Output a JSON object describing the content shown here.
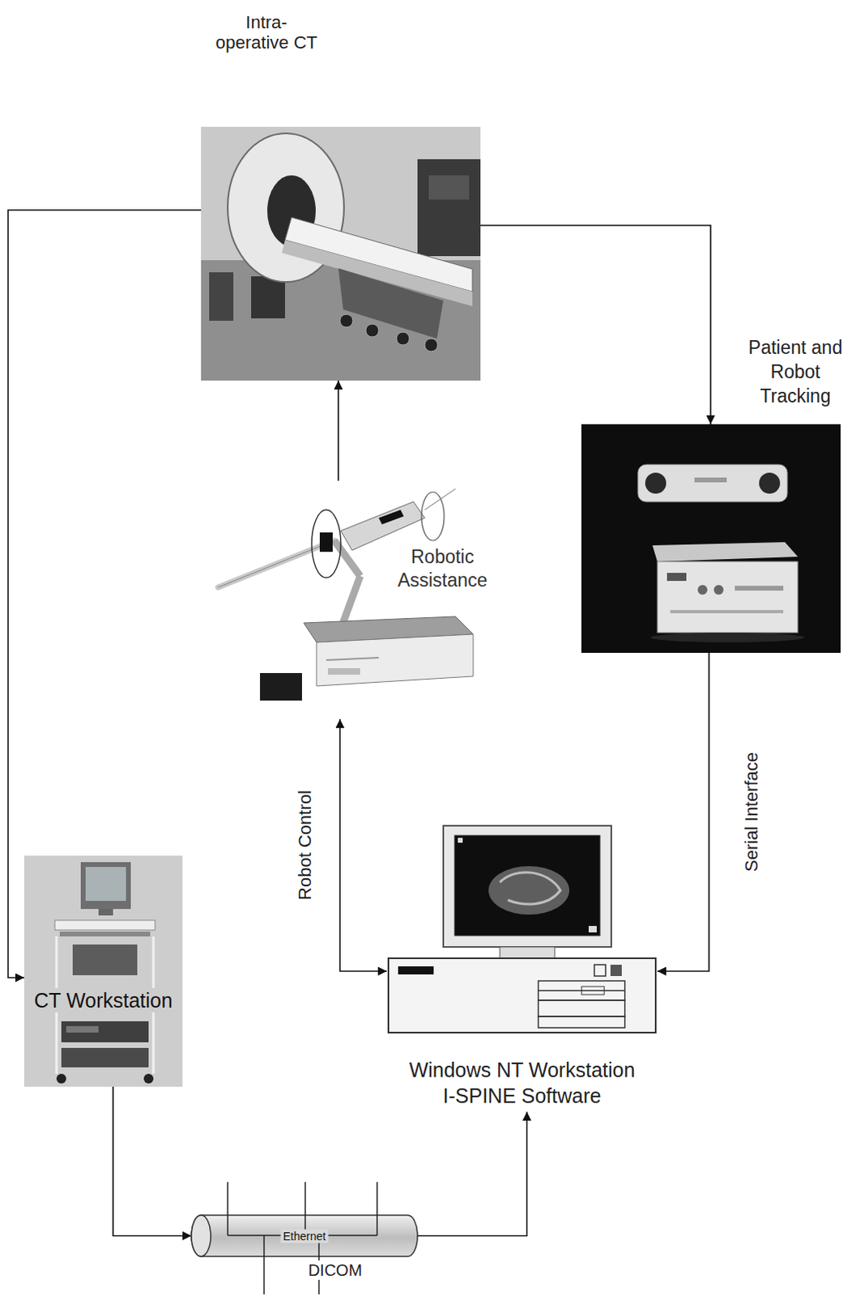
{
  "diagram": {
    "nodes": [
      {
        "text": [
          "Intra- operative CT"
        ]
      },
      {
        "text": [
          "Patient and Robot Tracking"
        ]
      },
      {
        "text": [
          "Robotic Assistance"
        ]
      },
      {
        "text": [
          "CT Workstation"
        ]
      },
      {
        "text": [
          "Windows NT Workstation I-SPINE Software"
        ]
      },
      {
        "text": [
          "Ethernet",
          "DICOM"
        ]
      }
    ],
    "edges": [
      {
        "from": 0,
        "to": 3,
        "arrow": "to"
      },
      {
        "from": 0,
        "to": 1,
        "arrow": "to"
      },
      {
        "from": 2,
        "to": 0,
        "arrow": "to"
      },
      {
        "from": 2,
        "to": 4,
        "label": "Robot Control",
        "arrow": "both"
      },
      {
        "from": 1,
        "to": 4,
        "label": "Serial Interface",
        "arrow": "to"
      },
      {
        "from": 3,
        "to": 5,
        "arrow": "to"
      },
      {
        "from": 5,
        "to": 4,
        "arrow": "to"
      }
    ]
  }
}
